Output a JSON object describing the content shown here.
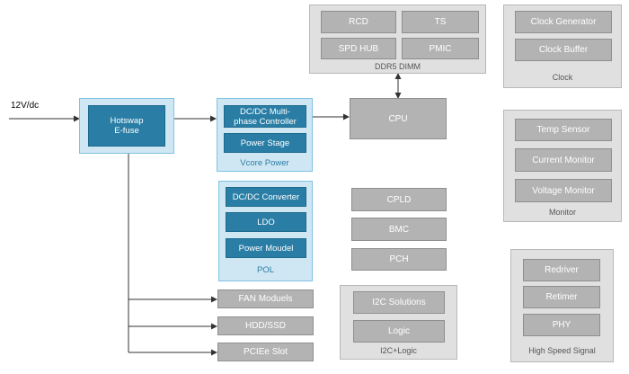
{
  "input": {
    "label": "12V/dc"
  },
  "hotswap": {
    "label": "Hotswap\nE-fuse"
  },
  "vcore": {
    "title": "Vcore Power",
    "controller": "DC/DC Multi-\nphase Controller",
    "stage": "Power Stage"
  },
  "pol": {
    "title": "POL",
    "items": [
      "DC/DC Converter",
      "LDO",
      "Power Moudel"
    ]
  },
  "peripherals": [
    "FAN Moduels",
    "HDD/SSD",
    "PCIEe Slot"
  ],
  "ddr5": {
    "title": "DDR5 DIMM",
    "items": [
      "RCD",
      "TS",
      "SPD HUB",
      "PMIC"
    ]
  },
  "cpu": {
    "label": "CPU"
  },
  "board": [
    "CPLD",
    "BMC",
    "PCH"
  ],
  "i2c": {
    "title": "I2C+Logic",
    "items": [
      "I2C Solutions",
      "Logic"
    ]
  },
  "clock": {
    "title": "Clock",
    "items": [
      "Clock Generator",
      "Clock Buffer"
    ]
  },
  "monitor": {
    "title": "Monitor",
    "items": [
      "Temp Sensor",
      "Current Monitor",
      "Voltage Monitor"
    ]
  },
  "hss": {
    "title": "High Speed Signal",
    "items": [
      "Redriver",
      "Retimer",
      "PHY"
    ]
  }
}
